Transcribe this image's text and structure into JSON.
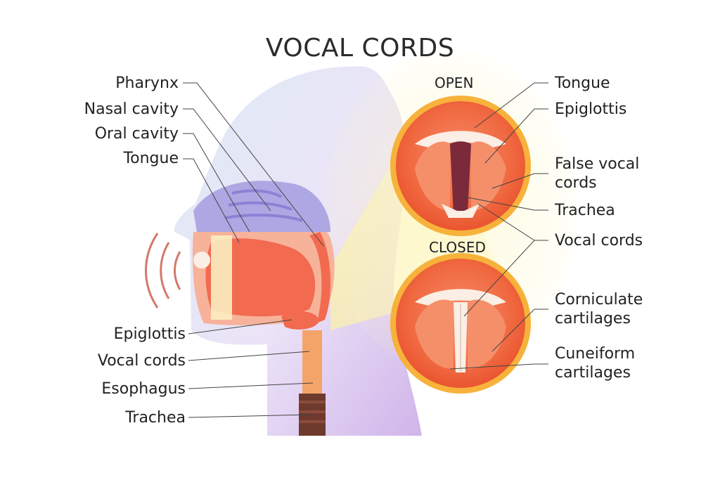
{
  "title": "VOCAL CORDS",
  "left_labels": [
    "Pharynx",
    "Nasal cavity",
    "Oral cavity",
    "Tongue",
    "Epiglottis",
    "Vocal cords",
    "Esophagus",
    "Trachea"
  ],
  "views": {
    "open": "OPEN",
    "closed": "CLOSED"
  },
  "right_labels": [
    "Tongue",
    "Epiglottis",
    "False vocal cords",
    "Trachea",
    "Vocal cords",
    "Corniculate cartilages",
    "Cuneiform cartilages"
  ],
  "colors": {
    "tissue": "#f26a4f",
    "tissue_light": "#f7b29a",
    "cartilage": "#fbeee4",
    "ring": "#f7b23b",
    "background_glow": "#fdf4b8",
    "head_purple": "#a6a0e0",
    "trachea": "#6e3a2e"
  }
}
